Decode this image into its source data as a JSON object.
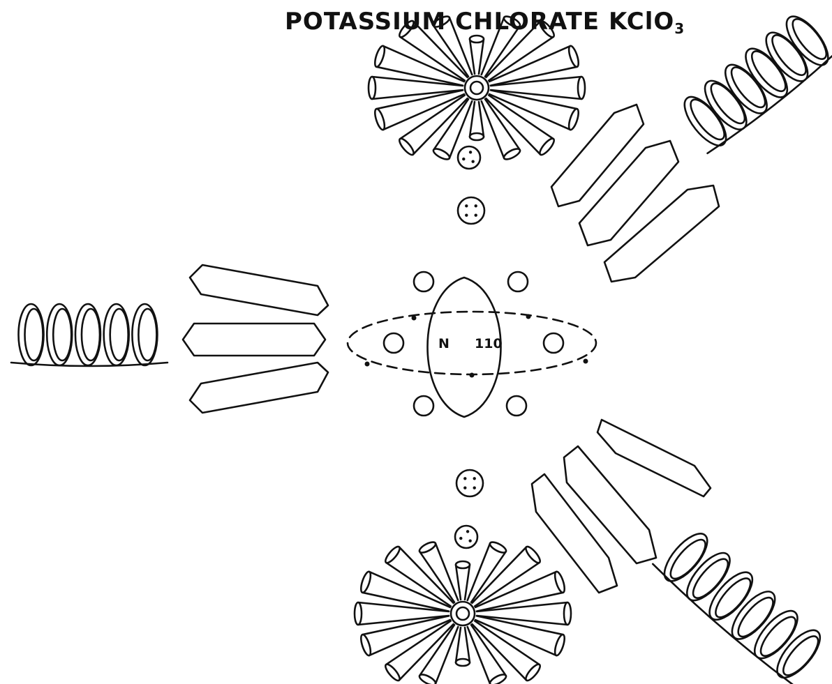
{
  "title": "POTASSIUM CHLORATE KClO",
  "title_subscript": "3",
  "center": {
    "left_label": "N",
    "right_label": "110"
  },
  "colors": {
    "ink": "#111111",
    "background": "#ffffff"
  }
}
